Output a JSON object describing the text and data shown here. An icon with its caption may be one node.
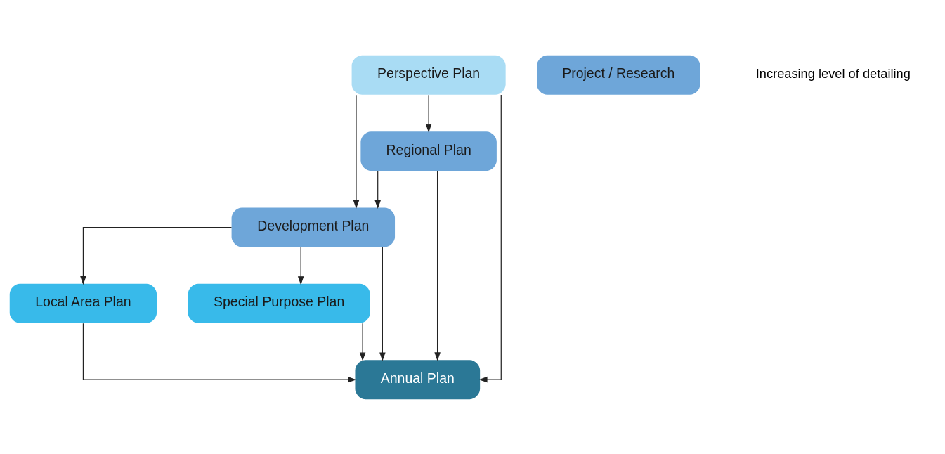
{
  "diagram": {
    "nodes": [
      {
        "text": [
          "Perspective Plan"
        ]
      },
      {
        "text": [
          "Regional Plan"
        ]
      },
      {
        "text": [
          "Development Plan"
        ]
      },
      {
        "text": [
          "Local Area Plan"
        ]
      },
      {
        "text": [
          "Special Purpose Plan"
        ]
      },
      {
        "text": [
          "Annual Plan"
        ]
      },
      {
        "text": [
          "Project / Research"
        ]
      }
    ],
    "edges": [
      {
        "from": 0,
        "to": 1,
        "arrow": "to"
      },
      {
        "from": 0,
        "to": 2,
        "arrow": "to"
      },
      {
        "from": 1,
        "to": 2,
        "arrow": "to"
      },
      {
        "from": 2,
        "to": 3,
        "arrow": "to"
      },
      {
        "from": 2,
        "to": 5,
        "arrow": "to"
      },
      {
        "from": 2,
        "to": 4,
        "arrow": "to"
      },
      {
        "from": 0,
        "to": 5,
        "arrow": "to"
      },
      {
        "from": 1,
        "to": 5,
        "arrow": "to"
      },
      {
        "from": 3,
        "to": 5,
        "arrow": "to"
      },
      {
        "from": 4,
        "to": 5,
        "arrow": "to"
      }
    ],
    "labels": [
      "Increasing level of detailing"
    ]
  }
}
